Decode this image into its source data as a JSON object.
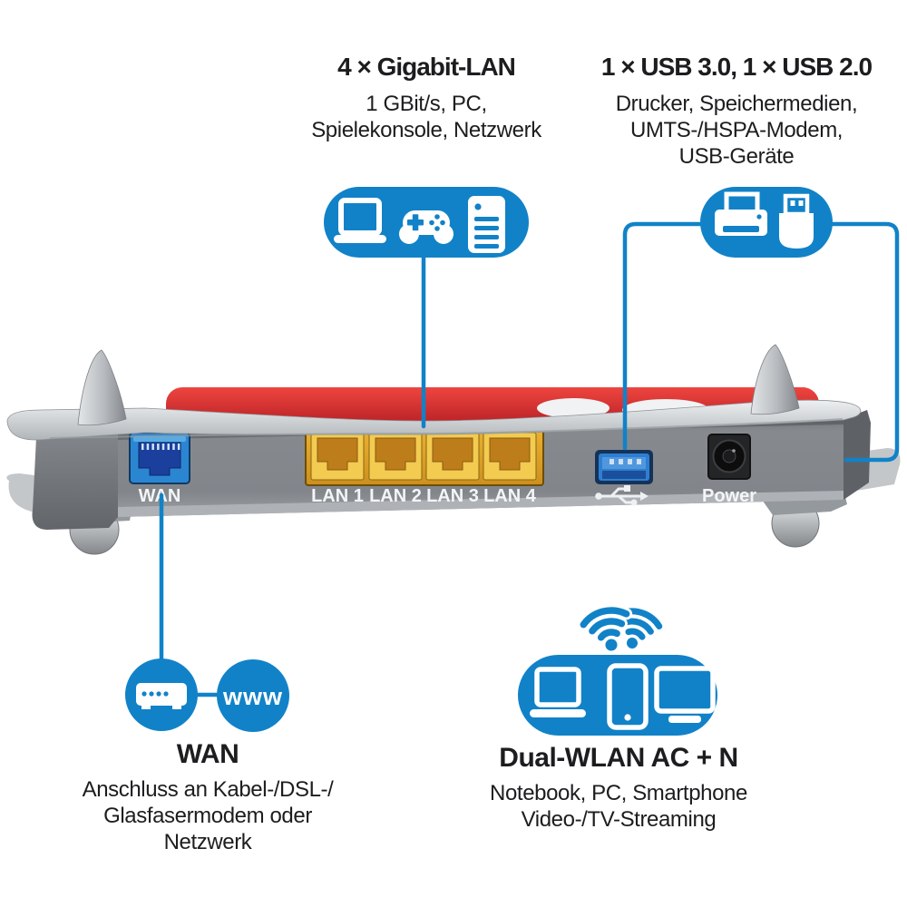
{
  "callouts": {
    "lan": {
      "title": "4 × Gigabit-LAN",
      "lines": [
        "1 GBit/s, PC,",
        "Spielekonsole, Netzwerk"
      ],
      "icons": [
        "laptop-icon",
        "gamepad-icon",
        "nas-server-icon"
      ]
    },
    "usb": {
      "title": "1 × USB 3.0, 1 × USB 2.0",
      "lines": [
        "Drucker, Speichermedien,",
        "UMTS-/HSPA-Modem,",
        "USB-Geräte"
      ],
      "icons": [
        "printer-icon",
        "usb-stick-icon"
      ]
    },
    "wan": {
      "title": "WAN",
      "lines": [
        "Anschluss an Kabel-/DSL-/",
        "Glasfasermodem oder",
        "Netzwerk"
      ],
      "bubble": "www",
      "icons": [
        "modem-icon",
        "www-bubble"
      ]
    },
    "wlan": {
      "title": "Dual-WLAN AC + N",
      "lines": [
        "Notebook, PC, Smartphone",
        "Video-/TV-Streaming"
      ],
      "icons": [
        "wifi-icon",
        "notebook-icon",
        "smartphone-icon",
        "tv-icon"
      ]
    }
  },
  "router": {
    "ports": {
      "wan": "WAN",
      "lan": [
        "LAN 1",
        "LAN 2",
        "LAN 3",
        "LAN 4"
      ],
      "power": "Power",
      "usb_symbol": "usb-trident-icon"
    }
  },
  "colors": {
    "accent_blue": "#1182c8",
    "router_red": "#d42027",
    "text": "#1d1d1f",
    "body_gray": "#84888d",
    "silver_deck": "#d9dcde",
    "lan_yellow": "#e0a42c",
    "wan_port_blue": "#2b86d2",
    "port_navy": "#1b3f9c",
    "label_white": "#f4f5f7"
  }
}
